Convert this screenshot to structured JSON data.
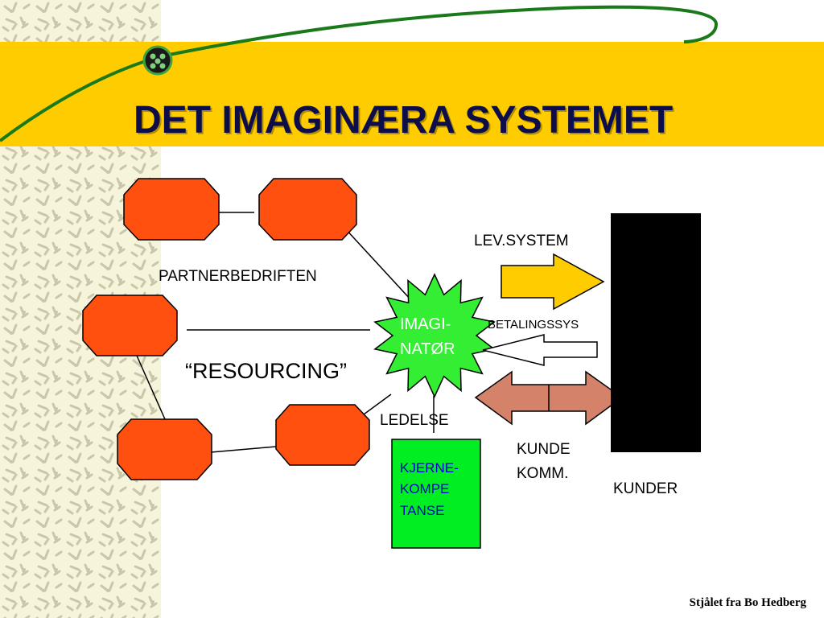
{
  "slide": {
    "title": "DET IMAGINÆRA SYSTEMET",
    "footer": "Stjålet fra Bo Hedberg"
  },
  "diagram": {
    "labels": {
      "partner": "PARTNERBEDRIFTEN",
      "resourcing": "“RESOURCING”",
      "imaginator_line1": "IMAGI-",
      "imaginator_line2": "NATØR",
      "lev_system": "LEV.SYSTEM",
      "betalingssystem": "BETALINGSSYS",
      "ledelse": "LEDELSE",
      "kunde_line1": "KUNDE",
      "kunde_line2": "KOMM.",
      "kunder": "KUNDER",
      "kjerne_line1": "KJERNE-",
      "kjerne_line2": "KOMPE",
      "kjerne_line3": "TANSE"
    },
    "colors": {
      "octagon": "#ff5010",
      "star": "#33ee33",
      "kjerne_box": "#00ee22",
      "kjerne_text": "#0000cc",
      "lev_arrow": "#ffcc00",
      "kunde_arrow": "#d4826a",
      "kunder_block": "#000000",
      "title_band": "#ffcc00",
      "title_text": "#0d0d4a",
      "swoosh": "#1a7a1a"
    }
  }
}
